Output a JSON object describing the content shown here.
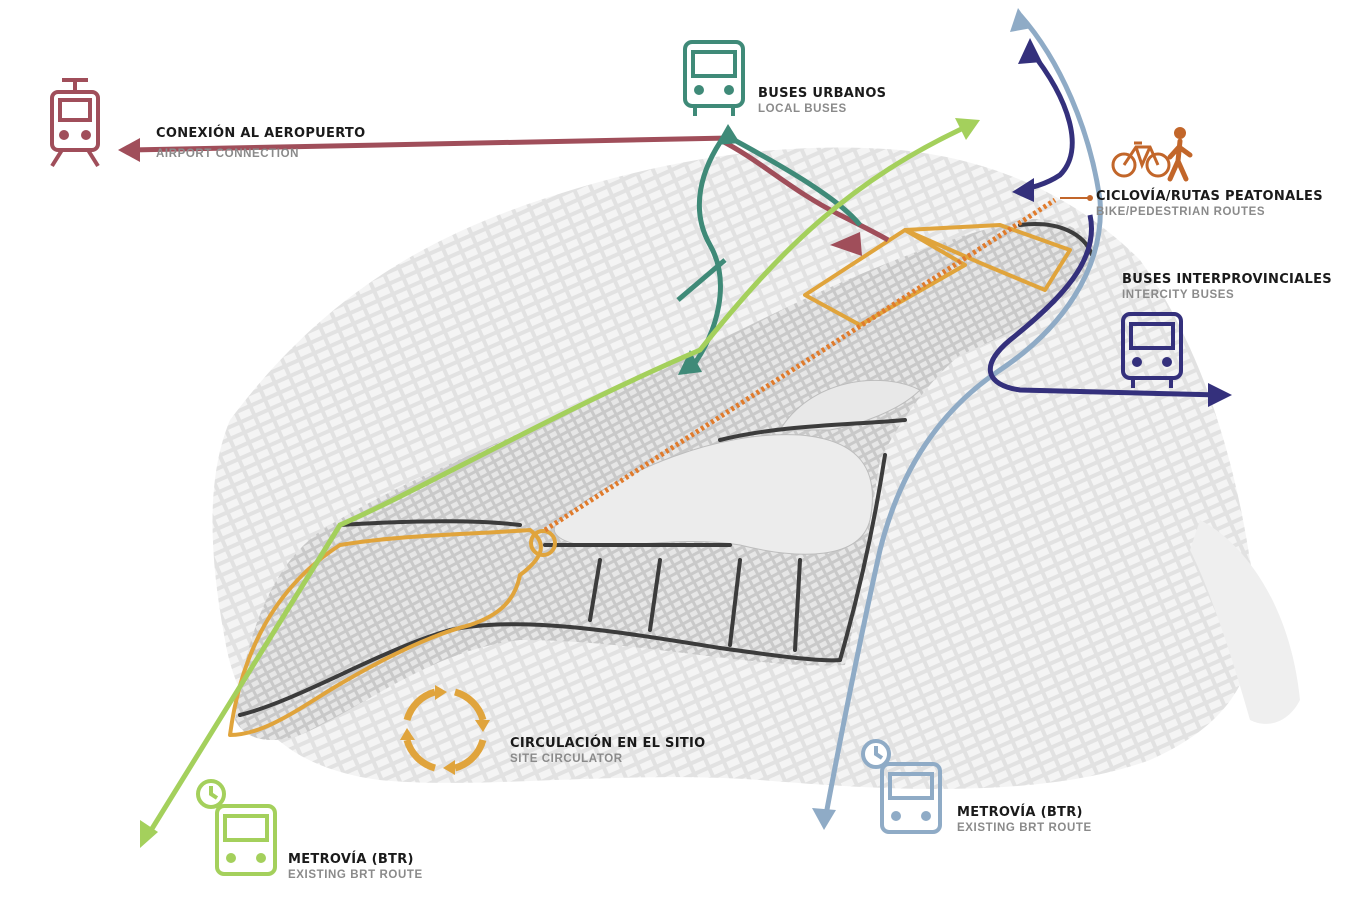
{
  "colors": {
    "airport": "#a04e5a",
    "local_bus": "#3f8a78",
    "bike_ped": "#c2662a",
    "intercity": "#34307c",
    "brt_blue": "#8fabc6",
    "brt_green": "#a4d05c",
    "circulator": "#e0a43c",
    "axis": "#e07b2c",
    "city": "#dcdcdc",
    "block": "#f2f2f2",
    "road": "#3c3c3c"
  },
  "icons": {
    "airport": "train-icon",
    "local_bus": "bus-icon",
    "bike_ped": "bike-pedestrian-icon",
    "intercity": "bus-icon",
    "brt_blue": "clock-bus-icon",
    "brt_green": "clock-bus-icon",
    "circulator": "circular-arrows-icon"
  },
  "labels": {
    "airport": {
      "es": "CONEXIÓN AL AEROPUERTO",
      "en": "AIRPORT CONNECTION"
    },
    "local_bus": {
      "es": "BUSES URBANOS",
      "en": "LOCAL BUSES"
    },
    "bike_ped": {
      "es": "CICLOVÍA/RUTAS PEATONALES",
      "en": "BIKE/PEDESTRIAN ROUTES"
    },
    "intercity": {
      "es": "BUSES INTERPROVINCIALES",
      "en": "INTERCITY BUSES"
    },
    "circulator": {
      "es": "CIRCULACIÓN EN EL SITIO",
      "en": "SITE CIRCULATOR"
    },
    "brt_blue": {
      "es": "METROVÍA (BTR)",
      "en": "EXISTING BRT ROUTE"
    },
    "brt_green": {
      "es": "METROVÍA (BTR)",
      "en": "EXISTING BRT ROUTE"
    }
  }
}
